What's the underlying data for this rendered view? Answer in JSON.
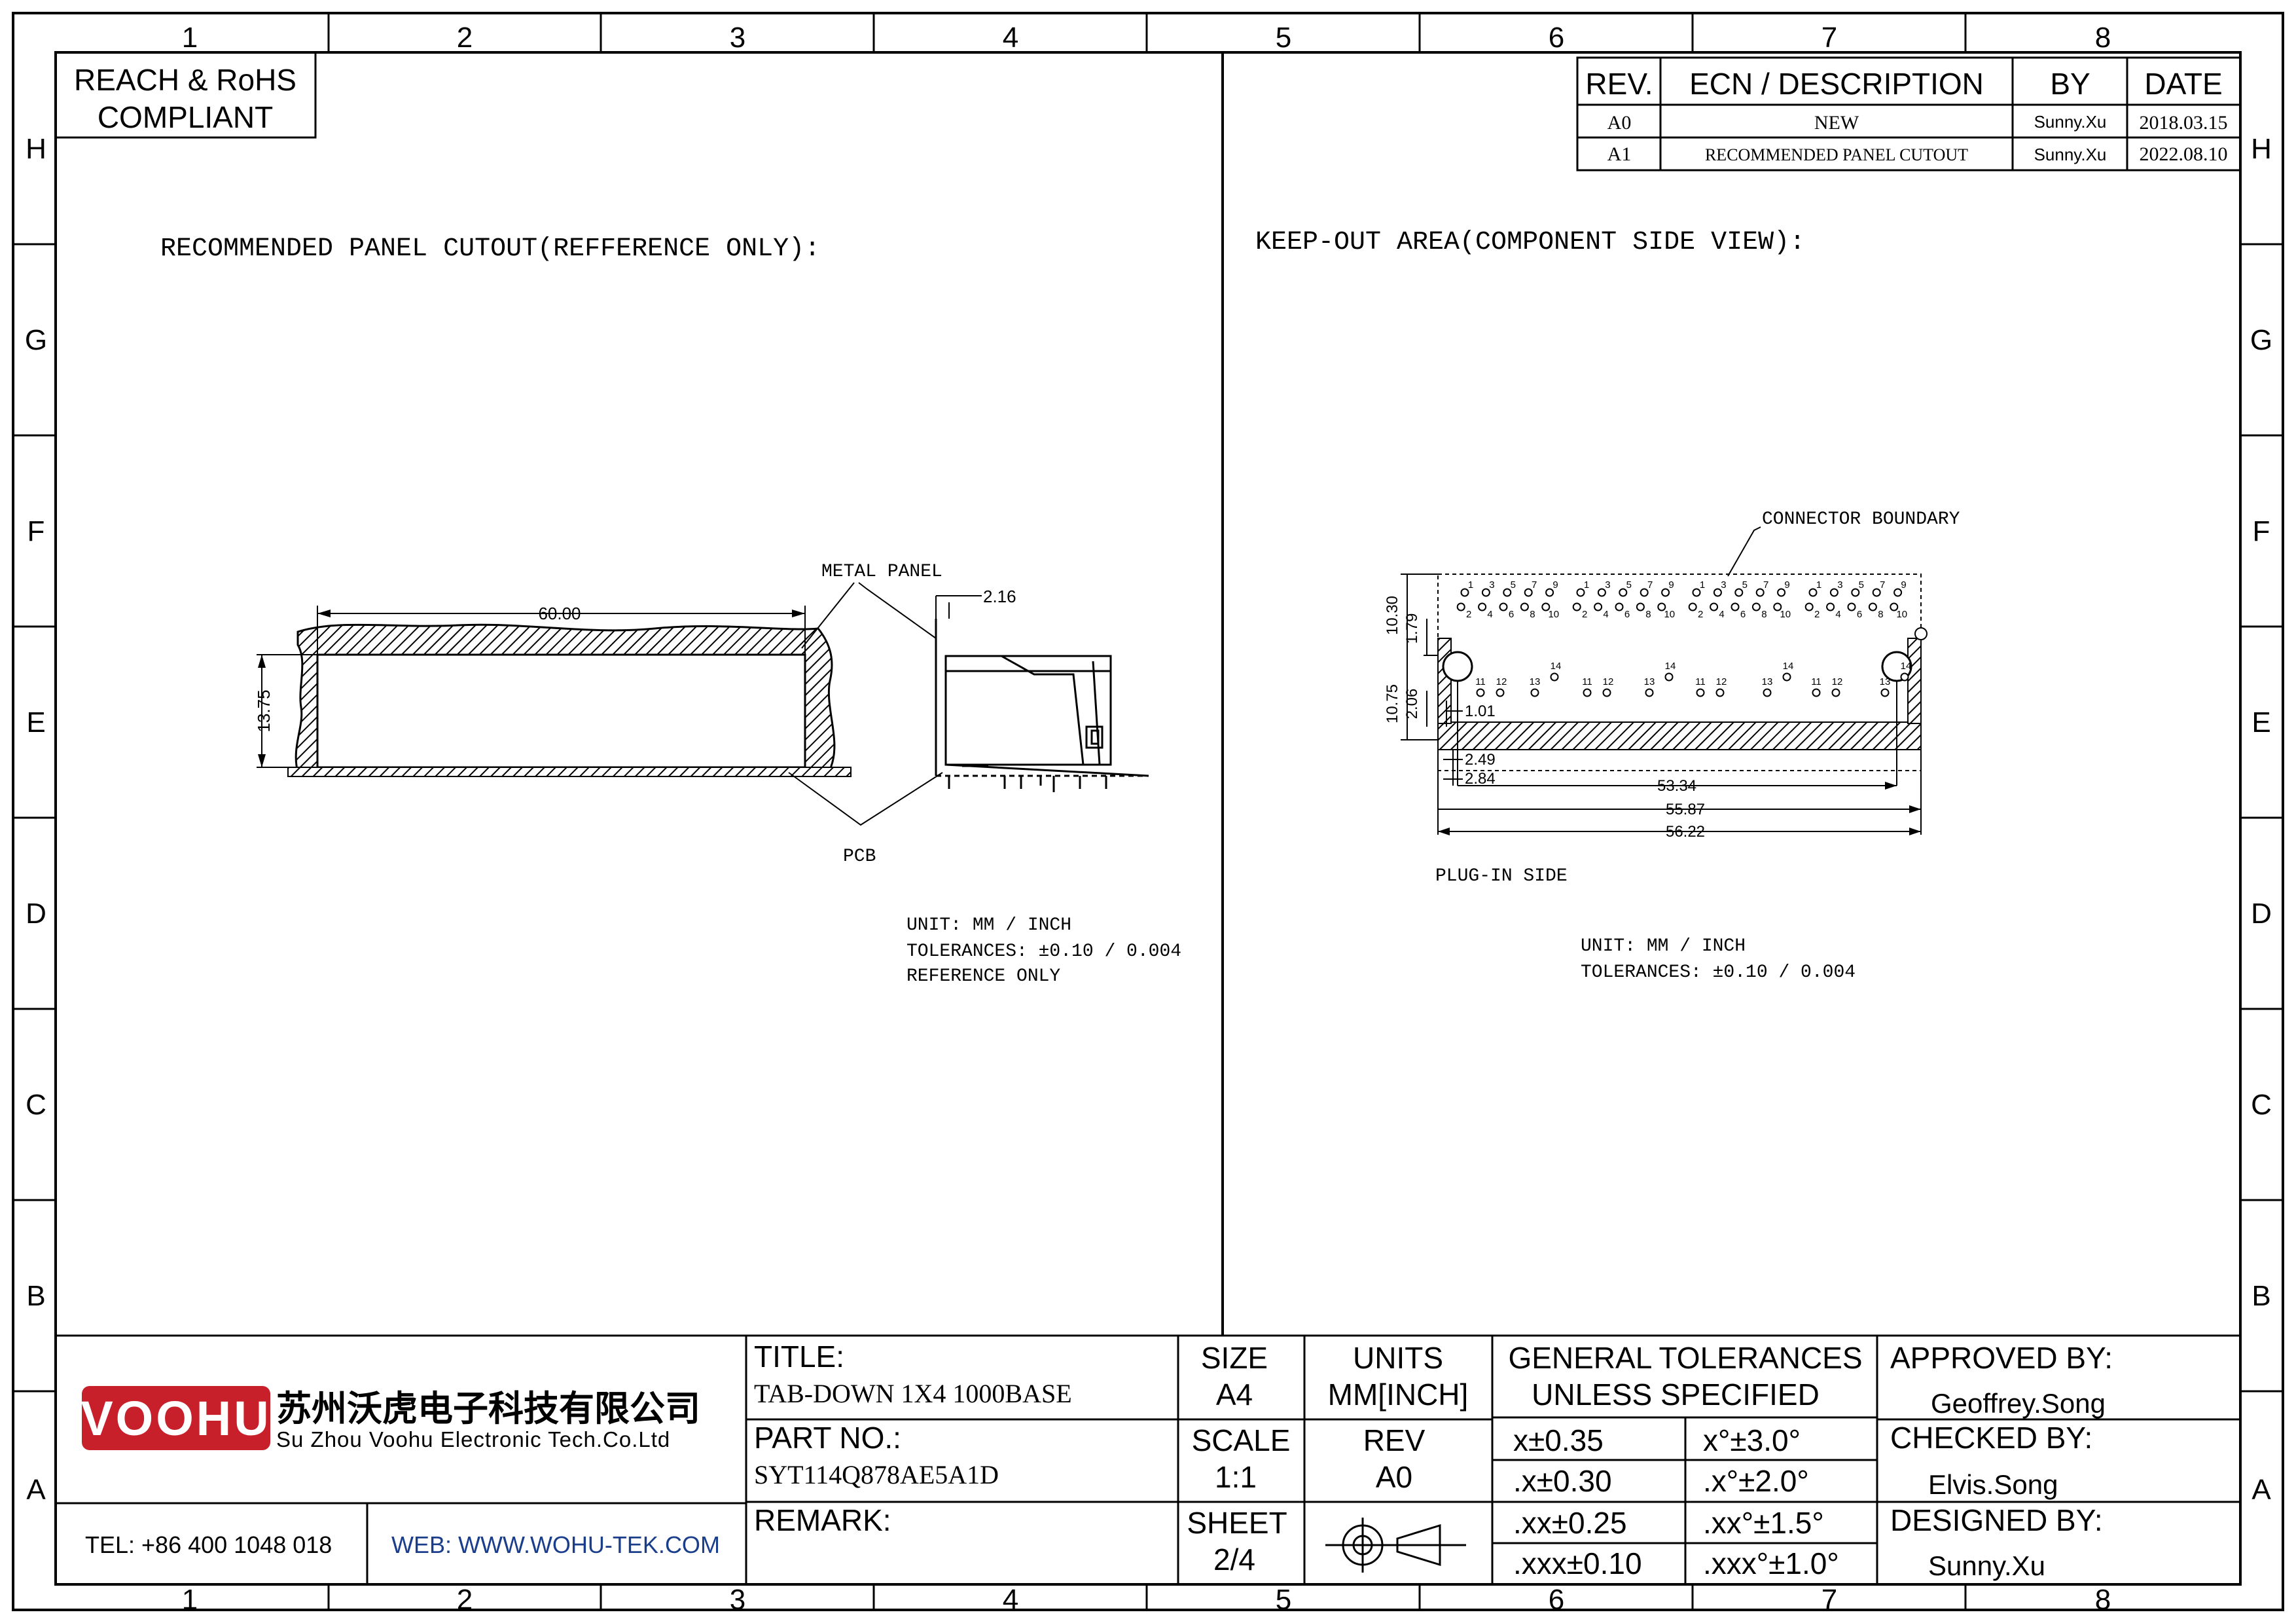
{
  "frame": {
    "columns": [
      "1",
      "2",
      "3",
      "4",
      "5",
      "6",
      "7",
      "8"
    ],
    "rows": [
      "H",
      "G",
      "F",
      "E",
      "D",
      "C",
      "B",
      "A"
    ]
  },
  "compliance": {
    "line1": "REACH & RoHS",
    "line2": "COMPLIANT"
  },
  "revision_table": {
    "headers": {
      "rev": "REV.",
      "desc": "ECN / DESCRIPTION",
      "by": "BY",
      "date": "DATE"
    },
    "rows": [
      {
        "rev": "A0",
        "desc": "NEW",
        "by": "Sunny.Xu",
        "date": "2018.03.15"
      },
      {
        "rev": "A1",
        "desc": "RECOMMENDED PANEL CUTOUT",
        "by": "Sunny.Xu",
        "date": "2022.08.10"
      }
    ]
  },
  "left_view": {
    "title": "RECOMMENDED PANEL CUTOUT(REFFERENCE ONLY):",
    "dim_width": "60.00",
    "dim_height": "13.75",
    "dim_panel": "2.16",
    "metal_panel_label": "METAL PANEL",
    "pcb_label": "PCB",
    "notes": [
      "UNIT: MM / INCH",
      "TOLERANCES: ±0.10 / 0.004",
      "REFERENCE ONLY"
    ]
  },
  "right_view": {
    "title": "KEEP-OUT AREA(COMPONENT SIDE VIEW):",
    "connector_boundary_label": "CONNECTOR BOUNDARY",
    "plug_in_side_label": "PLUG-IN SIDE",
    "dims": {
      "d1030": "10.30",
      "d179": "1.79",
      "d1075": "10.75",
      "d206": "2.06",
      "d101": "1.01",
      "d249": "2.49",
      "d284": "2.84",
      "d5334": "53.34",
      "d5587": "55.87",
      "d5622": "56.22"
    },
    "pin_row1_odd": [
      "1",
      "3",
      "5",
      "7",
      "9"
    ],
    "pin_row1_even": [
      "2",
      "4",
      "6",
      "8",
      "10"
    ],
    "led_pins": [
      [
        "11",
        "12"
      ],
      [
        "13",
        "14"
      ]
    ],
    "notes": [
      "UNIT: MM / INCH",
      "TOLERANCES: ±0.10 / 0.004"
    ]
  },
  "title_block": {
    "company_logo": "VOOHU",
    "company_cn": "苏州沃虎电子科技有限公司",
    "company_en": "Su Zhou Voohu Electronic Tech.Co.Ltd",
    "tel": "TEL: +86 400 1048 018",
    "web": "WEB: WWW.WOHU-TEK.COM",
    "title_label": "TITLE:",
    "title_value": "TAB-DOWN 1X4 1000BASE",
    "part_label": "PART NO.:",
    "part_value": "SYT114Q878AE5A1D",
    "remark_label": "REMARK:",
    "size_label": "SIZE",
    "size_value": "A4",
    "units_label": "UNITS",
    "units_value": "MM[INCH]",
    "scale_label": "SCALE",
    "scale_value": "1:1",
    "rev_label": "REV",
    "rev_value": "A0",
    "sheet_label": "SHEET",
    "sheet_value": "2/4",
    "tol_header1": "GENERAL TOLERANCES",
    "tol_header2": "UNLESS SPECIFIED",
    "tolerances": [
      {
        "linear": "x±0.35",
        "angular": "x°±3.0°"
      },
      {
        "linear": ".x±0.30",
        "angular": ".x°±2.0°"
      },
      {
        "linear": ".xx±0.25",
        "angular": ".xx°±1.5°"
      },
      {
        "linear": ".xxx±0.10",
        "angular": ".xxx°±1.0°"
      }
    ],
    "approved_label": "APPROVED BY:",
    "approved_value": "Geoffrey.Song",
    "checked_label": "CHECKED BY:",
    "checked_value": "Elvis.Song",
    "designed_label": "DESIGNED BY:",
    "designed_value": "Sunny.Xu",
    "brand_color": "#c8202a"
  }
}
